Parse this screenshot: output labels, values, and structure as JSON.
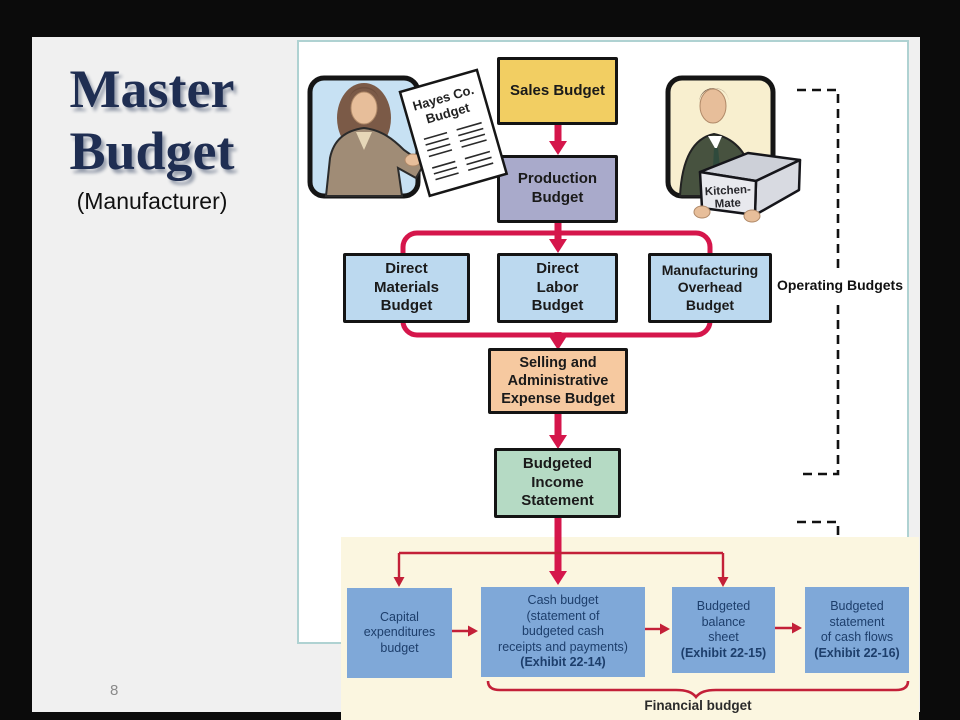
{
  "slide": {
    "title_line1": "Master",
    "title_line2": "Budget",
    "subtitle": "(Manufacturer)",
    "page_number": "8"
  },
  "illustrations": {
    "woman_paper_line1": "Hayes Co.",
    "woman_paper_line2": "Budget",
    "man_box_line1": "Kitchen-",
    "man_box_line2": "Mate"
  },
  "flowchart": {
    "sales": "Sales Budget",
    "production": "Production\nBudget",
    "direct_materials": "Direct\nMaterials\nBudget",
    "direct_labor": "Direct\nLabor\nBudget",
    "manufacturing_overhead": "Manufacturing\nOverhead\nBudget",
    "selling_admin": "Selling and\nAdministrative\nExpense Budget",
    "budgeted_income": "Budgeted\nIncome\nStatement",
    "operating_budgets_label": "Operating Budgets"
  },
  "financial_section": {
    "capital": "Capital\nexpenditures\nbudget",
    "cash": "Cash budget\n(statement of\nbudgeted cash\nreceipts and payments)",
    "cash_exhibit": "(Exhibit 22-14)",
    "balance": "Budgeted\nbalance\nsheet",
    "balance_exhibit": "(Exhibit 22-15)",
    "cashflows": "Budgeted\nstatement\nof cash flows",
    "cashflows_exhibit": "(Exhibit 22-16)",
    "financial_budget_label": "Financial budget"
  },
  "colors": {
    "arrow_red": "#D5164B",
    "thin_red": "#C32038",
    "sales_bg": "#F2CE62",
    "production_bg": "#A9AACB",
    "blue_box_bg": "#BCD9EF",
    "selling_bg": "#F6C9A0",
    "income_bg": "#B5DAC4",
    "financial_box_bg": "#7FA8D8",
    "overlay_bg": "#FBF6E0",
    "panel_border": "#AFD2D2",
    "slide_bg": "#F0F0F0",
    "title_color": "#1F2E52"
  }
}
